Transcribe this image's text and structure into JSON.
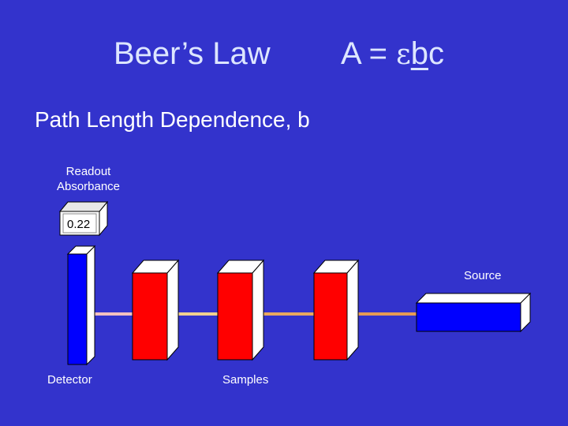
{
  "slide": {
    "title": "Beer’s Law",
    "equation": {
      "prefix": "A = ",
      "epsilon": "ε",
      "b": "b",
      "c": "c"
    },
    "subtitle": "Path Length Dependence, b"
  },
  "readout": {
    "label_line1": "Readout",
    "label_line2": "Absorbance",
    "value": "0.22"
  },
  "labels": {
    "source": "Source",
    "detector": "Detector",
    "samples": "Samples"
  },
  "colors": {
    "background": "#3333cc",
    "sample_face": "#ff0000",
    "detector_face": "#0000ff",
    "source_face": "#0000ff",
    "beam": "#e69a55"
  }
}
